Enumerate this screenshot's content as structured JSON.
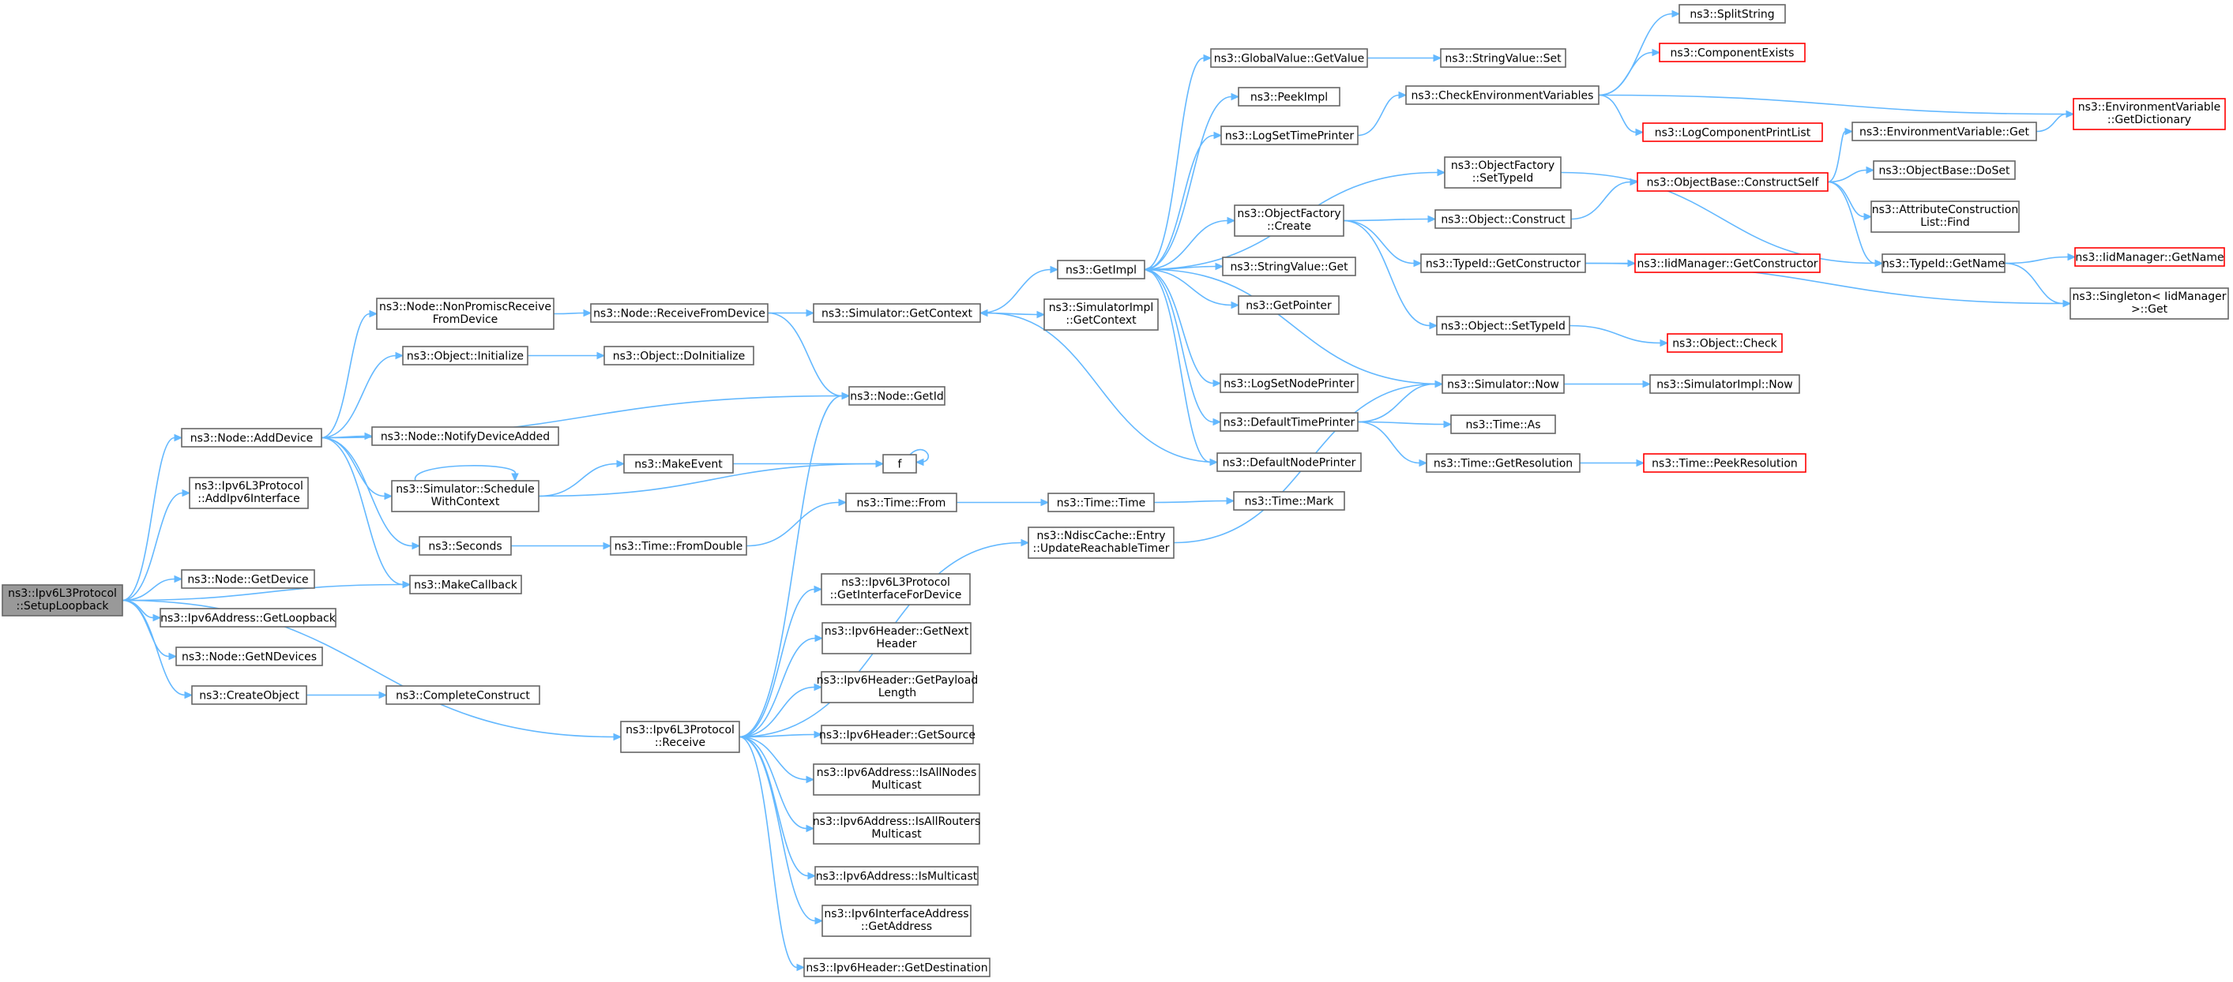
{
  "nodes": {
    "root": [
      "ns3::Ipv6L3Protocol",
      "::SetupLoopback"
    ],
    "add_device": [
      "ns3::Node::AddDevice"
    ],
    "add_ipv6_interface": [
      "ns3::Ipv6L3Protocol",
      "::AddIpv6Interface"
    ],
    "get_device": [
      "ns3::Node::GetDevice"
    ],
    "get_loopback": [
      "ns3::Ipv6Address::GetLoopback"
    ],
    "get_n_devices": [
      "ns3::Node::GetNDevices"
    ],
    "create_object": [
      "ns3::CreateObject"
    ],
    "complete_construct": [
      "ns3::CompleteConstruct"
    ],
    "make_callback": [
      "ns3::MakeCallback"
    ],
    "ipv6_receive": [
      "ns3::Ipv6L3Protocol",
      "::Receive"
    ],
    "non_promisc": [
      "ns3::Node::NonPromiscReceive",
      "FromDevice"
    ],
    "object_initialize": [
      "ns3::Object::Initialize"
    ],
    "notify_device_added": [
      "ns3::Node::NotifyDeviceAdded"
    ],
    "schedule_with_context": [
      "ns3::Simulator::Schedule",
      "WithContext"
    ],
    "seconds": [
      "ns3::Seconds"
    ],
    "receive_from_device": [
      "ns3::Node::ReceiveFromDevice"
    ],
    "do_initialize": [
      "ns3::Object::DoInitialize"
    ],
    "make_event": [
      "ns3::MakeEvent"
    ],
    "time_from_double": [
      "ns3::Time::FromDouble"
    ],
    "get_context": [
      "ns3::Simulator::GetContext"
    ],
    "node_get_id": [
      "ns3::Node::GetId"
    ],
    "f": [
      "f"
    ],
    "time_from": [
      "ns3::Time::From"
    ],
    "get_interface_for_device": [
      "ns3::Ipv6L3Protocol",
      "::GetInterfaceForDevice"
    ],
    "get_next_header": [
      "ns3::Ipv6Header::GetNext",
      "Header"
    ],
    "get_payload_length": [
      "ns3::Ipv6Header::GetPayload",
      "Length"
    ],
    "get_source": [
      "ns3::Ipv6Header::GetSource"
    ],
    "is_all_nodes": [
      "ns3::Ipv6Address::IsAllNodes",
      "Multicast"
    ],
    "is_all_routers": [
      "ns3::Ipv6Address::IsAllRouters",
      "Multicast"
    ],
    "is_multicast": [
      "ns3::Ipv6Address::IsMulticast"
    ],
    "iface_get_address": [
      "ns3::Ipv6InterfaceAddress",
      "::GetAddress"
    ],
    "get_destination": [
      "ns3::Ipv6Header::GetDestination"
    ],
    "get_impl": [
      "ns3::GetImpl"
    ],
    "simimpl_get_context": [
      "ns3::SimulatorImpl",
      "::GetContext"
    ],
    "time_time": [
      "ns3::Time::Time"
    ],
    "ndisc_update": [
      "ns3::NdiscCache::Entry",
      "::UpdateReachableTimer"
    ],
    "global_value_get": [
      "ns3::GlobalValue::GetValue"
    ],
    "peek_impl": [
      "ns3::PeekImpl"
    ],
    "log_set_time_printer": [
      "ns3::LogSetTimePrinter"
    ],
    "object_factory_create": [
      "ns3::ObjectFactory",
      "::Create"
    ],
    "string_value_get": [
      "ns3::StringValue::Get"
    ],
    "get_pointer": [
      "ns3::GetPointer"
    ],
    "log_set_node_printer": [
      "ns3::LogSetNodePrinter"
    ],
    "default_time_printer": [
      "ns3::DefaultTimePrinter"
    ],
    "default_node_printer": [
      "ns3::DefaultNodePrinter"
    ],
    "time_mark": [
      "ns3::Time::Mark"
    ],
    "string_value_set": [
      "ns3::StringValue::Set"
    ],
    "check_env_vars": [
      "ns3::CheckEnvironmentVariables"
    ],
    "object_factory_set_type": [
      "ns3::ObjectFactory",
      "::SetTypeId"
    ],
    "object_construct": [
      "ns3::Object::Construct"
    ],
    "typeid_get_constructor": [
      "ns3::TypeId::GetConstructor"
    ],
    "object_set_type_id": [
      "ns3::Object::SetTypeId"
    ],
    "simulator_now": [
      "ns3::Simulator::Now"
    ],
    "time_as": [
      "ns3::Time::As"
    ],
    "time_get_resolution": [
      "ns3::Time::GetResolution"
    ],
    "split_string": [
      "ns3::SplitString"
    ],
    "component_exists": [
      "ns3::ComponentExists"
    ],
    "log_component_print_list": [
      "ns3::LogComponentPrintList"
    ],
    "objectbase_construct_self": [
      "ns3::ObjectBase::ConstructSelf"
    ],
    "iid_get_constructor": [
      "ns3::IidManager::GetConstructor"
    ],
    "object_check": [
      "ns3::Object::Check"
    ],
    "simimpl_now": [
      "ns3::SimulatorImpl::Now"
    ],
    "time_peek_resolution": [
      "ns3::Time::PeekResolution"
    ],
    "env_var_get": [
      "ns3::EnvironmentVariable::Get"
    ],
    "objectbase_doset": [
      "ns3::ObjectBase::DoSet"
    ],
    "attr_construction_find": [
      "ns3::AttributeConstruction",
      "List::Find"
    ],
    "typeid_get_name": [
      "ns3::TypeId::GetName"
    ],
    "env_var_get_dictionary": [
      "ns3::EnvironmentVariable",
      "::GetDictionary"
    ],
    "iid_get_name": [
      "ns3::IidManager::GetName"
    ],
    "singleton_get": [
      "ns3::Singleton< IidManager",
      " >::Get"
    ]
  },
  "colors": {
    "edge": "#63b8ff",
    "node_border": "#666666",
    "node_border_incomplete": "#ff0000",
    "root_fill": "#999999"
  }
}
